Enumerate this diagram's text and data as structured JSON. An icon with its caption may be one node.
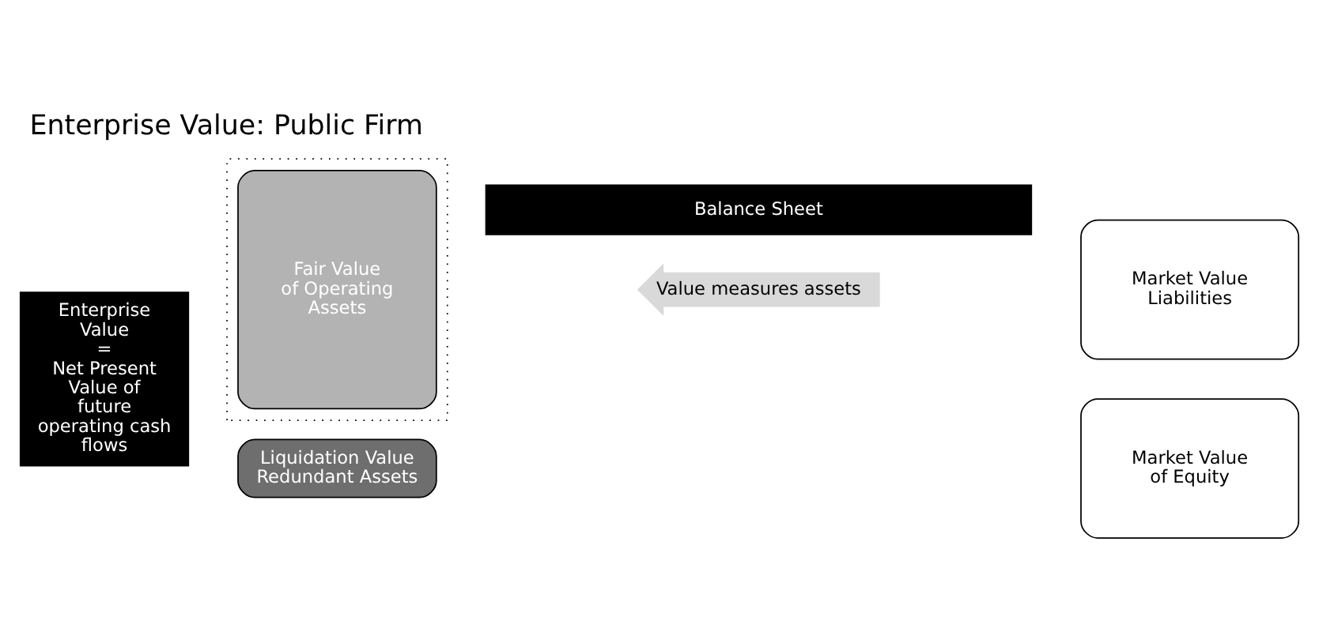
{
  "diagram": {
    "title": "Enterprise Value: Public Firm",
    "nodes": [
      {
        "text": [
          "Balance Sheet"
        ]
      },
      {
        "text": [
          "Enterprise Value",
          "=",
          "Net Present Value of future operating cash flows"
        ]
      },
      {
        "text": [],
        "shape": "pentagon"
      },
      {
        "text": [
          "Fair Value of Operating Assets"
        ],
        "in": 2
      },
      {
        "text": [
          "Liquidation Value Redundant Assets"
        ]
      },
      {
        "text": [
          "Market Value Liabilities"
        ]
      },
      {
        "text": [
          "Market Value of Equity"
        ]
      },
      {
        "text": [
          "Value measures assets"
        ]
      }
    ]
  }
}
